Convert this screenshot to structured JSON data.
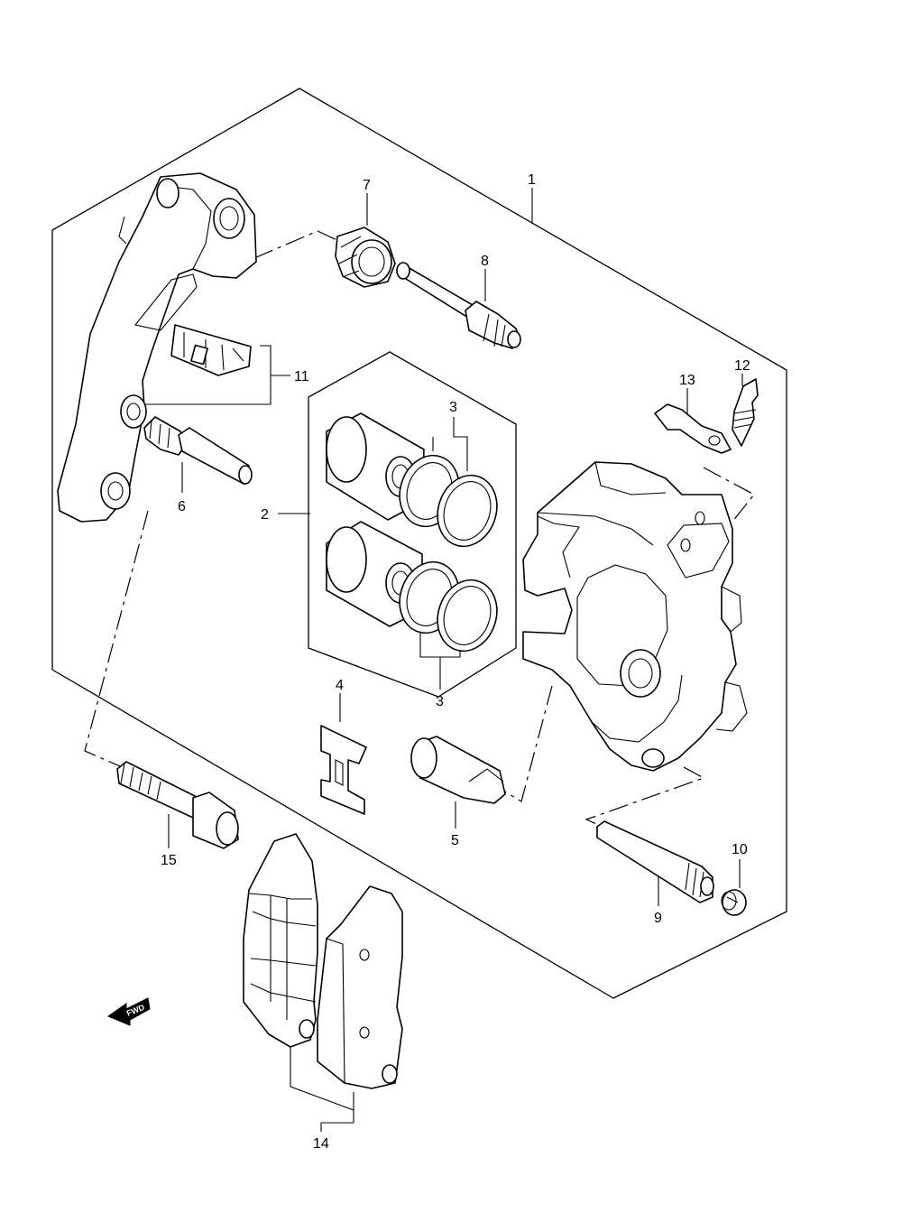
{
  "labels": {
    "p1": "1",
    "p2": "2",
    "p3a": "3",
    "p3b": "3",
    "p4": "4",
    "p5": "5",
    "p6": "6",
    "p7": "7",
    "p8": "8",
    "p9": "9",
    "p10": "10",
    "p11": "11",
    "p12": "12",
    "p13": "13",
    "p14": "14",
    "p15": "15"
  },
  "fwd_label": "FWD"
}
